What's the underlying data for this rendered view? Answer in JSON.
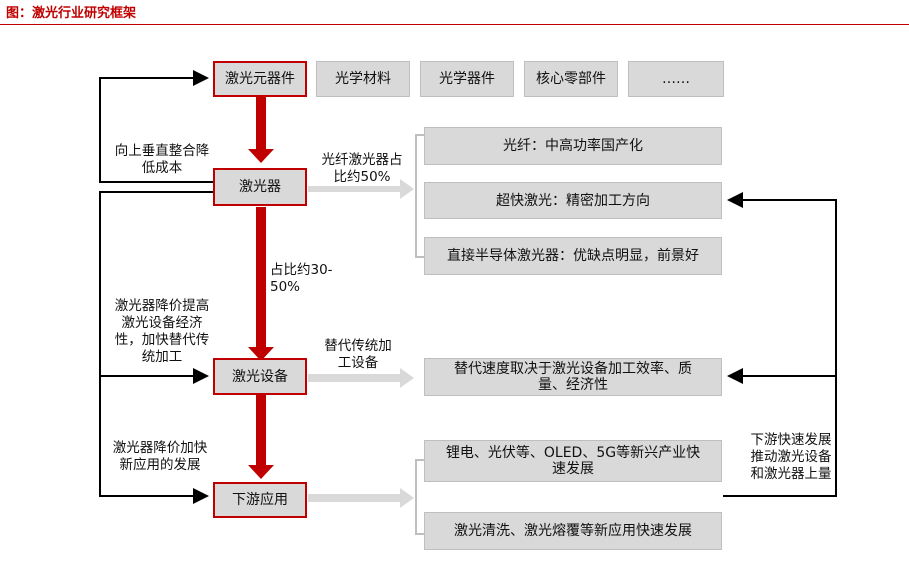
{
  "title": "图：激光行业研究框架",
  "top_row": {
    "laser_components": "激光元器件",
    "optical_materials": "光学材料",
    "optical_devices": "光学器件",
    "core_parts": "核心零部件",
    "more": "……"
  },
  "main_column": {
    "laser": "激光器",
    "laser_equipment": "激光设备",
    "downstream": "下游应用"
  },
  "laser_types": {
    "fiber": "光纤：中高功率国产化",
    "ultrafast": "超快激光：精密加工方向",
    "semiconductor": "直接半导体激光器：优缺点明显，前景好"
  },
  "equipment_box": "替代速度取决于激光设备加工效率、质量、经济性",
  "applications": {
    "new_industries": "锂电、光伏等、OLED、5G等新兴产业快速发展",
    "new_applications": "激光清洗、激光熔覆等新应用快速发展"
  },
  "labels": {
    "integration": "向上垂直整合降低成本",
    "fiber_share": "光纤激光器占比约50%",
    "laser_share": "占比约30-50%",
    "replace_traditional": "替代传统加工设备",
    "price_cut_equipment": "激光器降价提高激光设备经济性，加快替代传统加工",
    "price_cut_apps": "激光器降价加快新应用的发展",
    "downstream_push": "下游快速发展推动激光设备和激光器上量"
  },
  "colors": {
    "accent": "#c00000",
    "box_fill": "#d9d9d9",
    "gray_arrow": "#d9d9d9",
    "line": "#000000"
  }
}
